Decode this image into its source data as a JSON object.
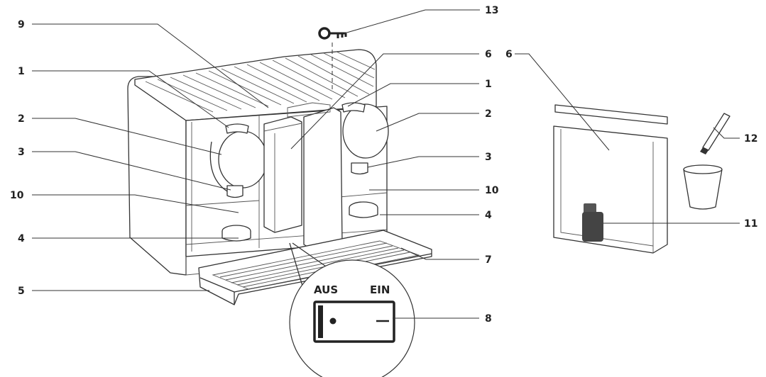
{
  "callouts": {
    "c13": "13",
    "c9": "9",
    "c6_top": "6",
    "c6_right": "6",
    "c1_left": "1",
    "c1_right": "1",
    "c2_left": "2",
    "c2_right": "2",
    "c3_left": "3",
    "c3_right": "3",
    "c10_left": "10",
    "c10_right": "10",
    "c4_left": "4",
    "c4_right": "4",
    "c5": "5",
    "c7": "7",
    "c8": "8",
    "c11": "11",
    "c12": "12"
  },
  "switch": {
    "off_label": "AUS",
    "on_label": "EIN"
  }
}
